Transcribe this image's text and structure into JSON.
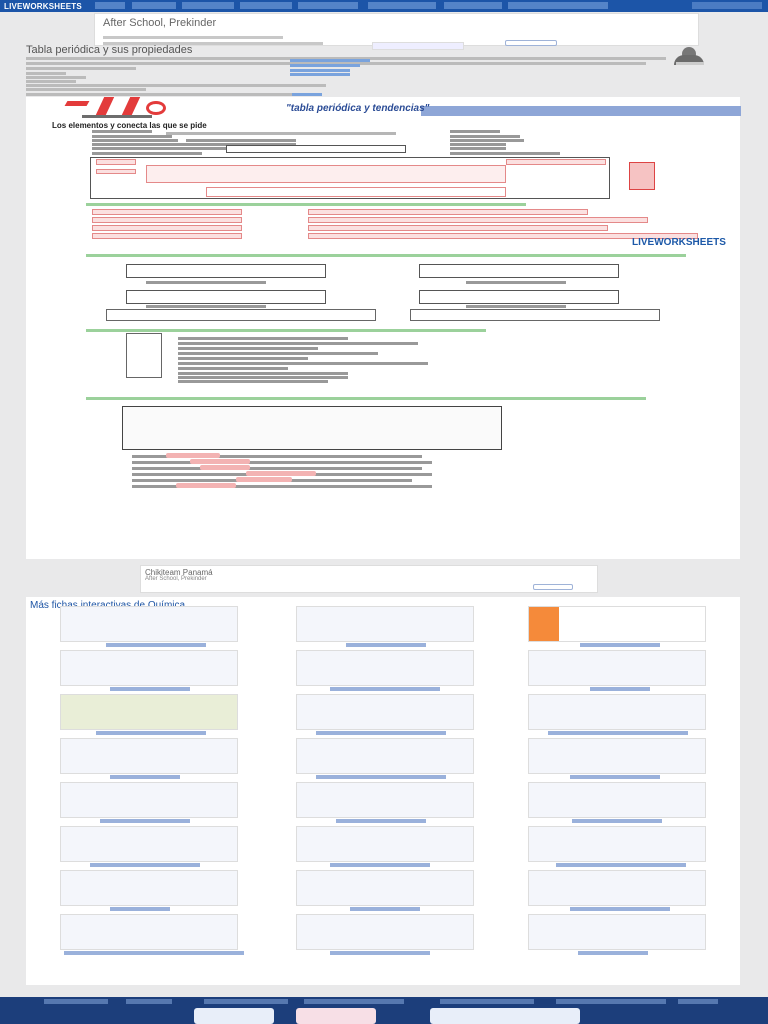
{
  "topbar": {
    "logo": "LIVEWORKSHEETS"
  },
  "ad_top": {
    "title": "After School, Prekinder"
  },
  "page": {
    "title": "Tabla periódica y sus propiedades"
  },
  "worksheet": {
    "header_title": "\"tabla periódica y tendencias\"",
    "instruction_1": "Los elementos y conecta las que se pide",
    "watermark": "LIVEWORKSHEETS"
  },
  "ad_bottom": {
    "title": "Chikiteam Panamá",
    "subtitle": "After School, Prekinder"
  },
  "gallery": {
    "title": "Más fichas interactivas de Química"
  },
  "icons": {
    "logo_icon": "liveworksheets-logo-icon",
    "avatar": "user-avatar-icon"
  }
}
